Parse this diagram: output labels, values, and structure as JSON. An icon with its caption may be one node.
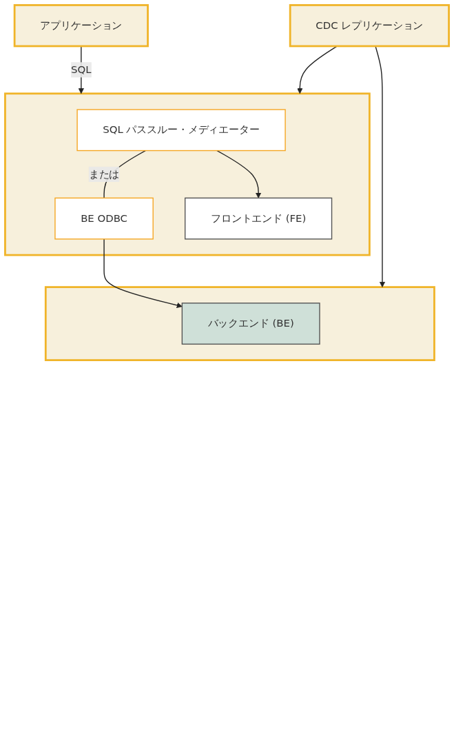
{
  "diagram": {
    "nodes": [
      {
        "text": [
          "アプリケーション"
        ]
      },
      {
        "text": [],
        "shape": "box"
      },
      {
        "text": [
          "SQL パススルー・メディエーター"
        ],
        "in": 1
      },
      {
        "text": [
          "BE ODBC"
        ],
        "in": 1
      },
      {
        "text": [
          "フロントエンド (FE)"
        ],
        "in": 1
      },
      {
        "text": [
          "CDC レプリケーション"
        ]
      },
      {
        "text": [],
        "shape": "box"
      },
      {
        "text": [
          "バックエンド (BE)"
        ],
        "in": 6
      }
    ],
    "edges": [
      {
        "from": 0,
        "to": 1,
        "label": "SQL",
        "arrow": "to"
      },
      {
        "from": 2,
        "to": 3,
        "label": "または",
        "arrow": "none"
      },
      {
        "from": 2,
        "to": 4,
        "arrow": "to"
      },
      {
        "from": 3,
        "to": 7,
        "arrow": "to"
      },
      {
        "from": 5,
        "to": 1,
        "arrow": "to"
      },
      {
        "from": 5,
        "to": 6,
        "arrow": "to"
      }
    ]
  }
}
